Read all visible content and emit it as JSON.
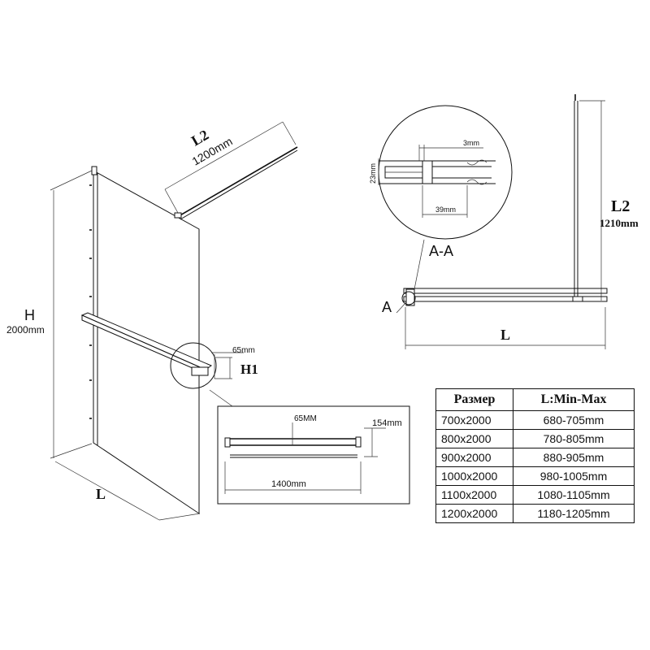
{
  "left_view": {
    "l2_label": "L2",
    "l2_value": "1200mm",
    "h_label": "H",
    "h_value": "2000mm",
    "l_label": "L",
    "h1_label": "H1",
    "h1_value": "65mm"
  },
  "detail_view": {
    "top_dim": "65MM",
    "side_dim": "154mm",
    "length_dim": "1400mm"
  },
  "top_view": {
    "section_label": "A-A",
    "point_label": "A",
    "l2_label": "L2",
    "l2_value": "1210mm",
    "l_label": "L",
    "detail_3mm": "3mm",
    "detail_23mm": "23mm",
    "detail_39mm": "39mm"
  },
  "size_table": {
    "headers": [
      "Размер",
      "L:Min-Max"
    ],
    "rows": [
      [
        "700x2000",
        "680-705mm"
      ],
      [
        "800x2000",
        "780-805mm"
      ],
      [
        "900x2000",
        "880-905mm"
      ],
      [
        "1000x2000",
        "980-1005mm"
      ],
      [
        "1100x2000",
        "1080-1105mm"
      ],
      [
        "1200x2000",
        "1180-1205mm"
      ]
    ]
  }
}
